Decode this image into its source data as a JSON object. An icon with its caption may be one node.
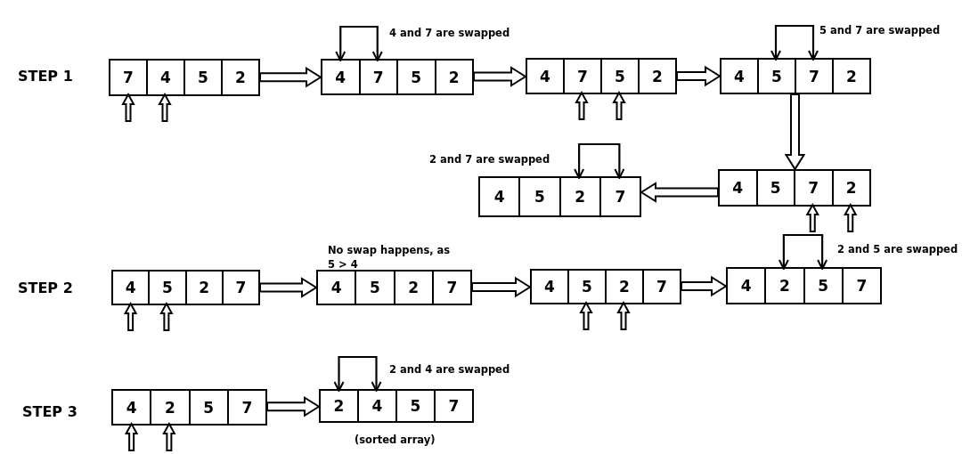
{
  "diagram": {
    "nodes": [
      {
        "text": [],
        "shape": "box"
      },
      {
        "text": [
          "7"
        ],
        "in": 0
      },
      {
        "text": [
          "4"
        ],
        "in": 0
      },
      {
        "text": [
          "5"
        ],
        "in": 0
      },
      {
        "text": [
          "2"
        ],
        "in": 0
      },
      {
        "text": [],
        "shape": "box",
        "beside": [
          "4 and 7 are swapped"
        ]
      },
      {
        "text": [
          "4"
        ],
        "in": 5
      },
      {
        "text": [
          "7"
        ],
        "in": 5
      },
      {
        "text": [
          "5"
        ],
        "in": 5
      },
      {
        "text": [
          "2"
        ],
        "in": 5
      },
      {
        "text": [],
        "shape": "box"
      },
      {
        "text": [
          "4"
        ],
        "in": 10
      },
      {
        "text": [
          "7"
        ],
        "in": 10
      },
      {
        "text": [
          "5"
        ],
        "in": 10
      },
      {
        "text": [
          "2"
        ],
        "in": 10
      },
      {
        "text": [],
        "shape": "box",
        "beside": [
          "5 and 7 are swapped"
        ]
      },
      {
        "text": [
          "4"
        ],
        "in": 15
      },
      {
        "text": [
          "5"
        ],
        "in": 15
      },
      {
        "text": [
          "7"
        ],
        "in": 15
      },
      {
        "text": [
          "2"
        ],
        "in": 15
      },
      {
        "text": [],
        "shape": "box"
      },
      {
        "text": [
          "4"
        ],
        "in": 20
      },
      {
        "text": [
          "5"
        ],
        "in": 20
      },
      {
        "text": [
          "7"
        ],
        "in": 20
      },
      {
        "text": [
          "2"
        ],
        "in": 20
      },
      {
        "text": [],
        "shape": "box",
        "beside": [
          "2 and 7 are swapped"
        ]
      },
      {
        "text": [
          "4"
        ],
        "in": 25
      },
      {
        "text": [
          "5"
        ],
        "in": 25
      },
      {
        "text": [
          "2"
        ],
        "in": 25
      },
      {
        "text": [
          "7"
        ],
        "in": 25
      },
      {
        "text": [],
        "shape": "box"
      },
      {
        "text": [
          "4"
        ],
        "in": 30
      },
      {
        "text": [
          "5"
        ],
        "in": 30
      },
      {
        "text": [
          "2"
        ],
        "in": 30
      },
      {
        "text": [
          "7"
        ],
        "in": 30
      },
      {
        "text": [],
        "shape": "box",
        "beside": [
          "No swap happens, as 5 > 4"
        ]
      },
      {
        "text": [
          "4"
        ],
        "in": 35
      },
      {
        "text": [
          "5"
        ],
        "in": 35
      },
      {
        "text": [
          "2"
        ],
        "in": 35
      },
      {
        "text": [
          "7"
        ],
        "in": 35
      },
      {
        "text": [],
        "shape": "box"
      },
      {
        "text": [
          "4"
        ],
        "in": 40
      },
      {
        "text": [
          "5"
        ],
        "in": 40
      },
      {
        "text": [
          "2"
        ],
        "in": 40
      },
      {
        "text": [
          "7"
        ],
        "in": 40
      },
      {
        "text": [],
        "shape": "box",
        "beside": [
          "2 and 5 are swapped"
        ]
      },
      {
        "text": [
          "4"
        ],
        "in": 45
      },
      {
        "text": [
          "2"
        ],
        "in": 45
      },
      {
        "text": [
          "5"
        ],
        "in": 45
      },
      {
        "text": [
          "7"
        ],
        "in": 45
      },
      {
        "text": [],
        "shape": "box"
      },
      {
        "text": [
          "4"
        ],
        "in": 50
      },
      {
        "text": [
          "2"
        ],
        "in": 50
      },
      {
        "text": [
          "5"
        ],
        "in": 50
      },
      {
        "text": [
          "7"
        ],
        "in": 50
      },
      {
        "text": [],
        "shape": "box",
        "beside": [
          "2 and 4 are swapped",
          "(sorted array)"
        ]
      },
      {
        "text": [
          "2"
        ],
        "in": 55
      },
      {
        "text": [
          "4"
        ],
        "in": 55
      },
      {
        "text": [
          "5"
        ],
        "in": 55
      },
      {
        "text": [
          "7"
        ],
        "in": 55
      }
    ],
    "edges": [
      {
        "from": null,
        "to": 1,
        "arrow": "to"
      },
      {
        "from": null,
        "to": 2,
        "arrow": "to"
      },
      {
        "from": 0,
        "to": 5,
        "arrow": "to",
        "style": "thick"
      },
      {
        "from": 6,
        "to": 7,
        "arrow": "both"
      },
      {
        "from": 5,
        "to": 10,
        "arrow": "to",
        "style": "thick"
      },
      {
        "from": null,
        "to": 12,
        "arrow": "to"
      },
      {
        "from": null,
        "to": 13,
        "arrow": "to"
      },
      {
        "from": 10,
        "to": 15,
        "arrow": "to",
        "style": "thick"
      },
      {
        "from": 17,
        "to": 18,
        "arrow": "both"
      },
      {
        "from": 15,
        "to": 20,
        "arrow": "to",
        "style": "thick"
      },
      {
        "from": null,
        "to": 23,
        "arrow": "to"
      },
      {
        "from": null,
        "to": 24,
        "arrow": "to"
      },
      {
        "from": 20,
        "to": 25,
        "arrow": "to",
        "style": "thick"
      },
      {
        "from": 28,
        "to": 29,
        "arrow": "both"
      },
      {
        "from": null,
        "to": 31,
        "arrow": "to"
      },
      {
        "from": null,
        "to": 32,
        "arrow": "to"
      },
      {
        "from": 30,
        "to": 35,
        "arrow": "to",
        "style": "thick"
      },
      {
        "from": 35,
        "to": 40,
        "arrow": "to",
        "style": "thick"
      },
      {
        "from": null,
        "to": 42,
        "arrow": "to"
      },
      {
        "from": null,
        "to": 43,
        "arrow": "to"
      },
      {
        "from": 40,
        "to": 45,
        "arrow": "to",
        "style": "thick"
      },
      {
        "from": 47,
        "to": 48,
        "arrow": "both"
      },
      {
        "from": null,
        "to": 51,
        "arrow": "to"
      },
      {
        "from": null,
        "to": 52,
        "arrow": "to"
      },
      {
        "from": 50,
        "to": 55,
        "arrow": "to",
        "style": "thick"
      },
      {
        "from": 56,
        "to": 57,
        "arrow": "both"
      }
    ],
    "labels": [
      "STEP 1",
      "STEP 2",
      "STEP 3"
    ]
  }
}
